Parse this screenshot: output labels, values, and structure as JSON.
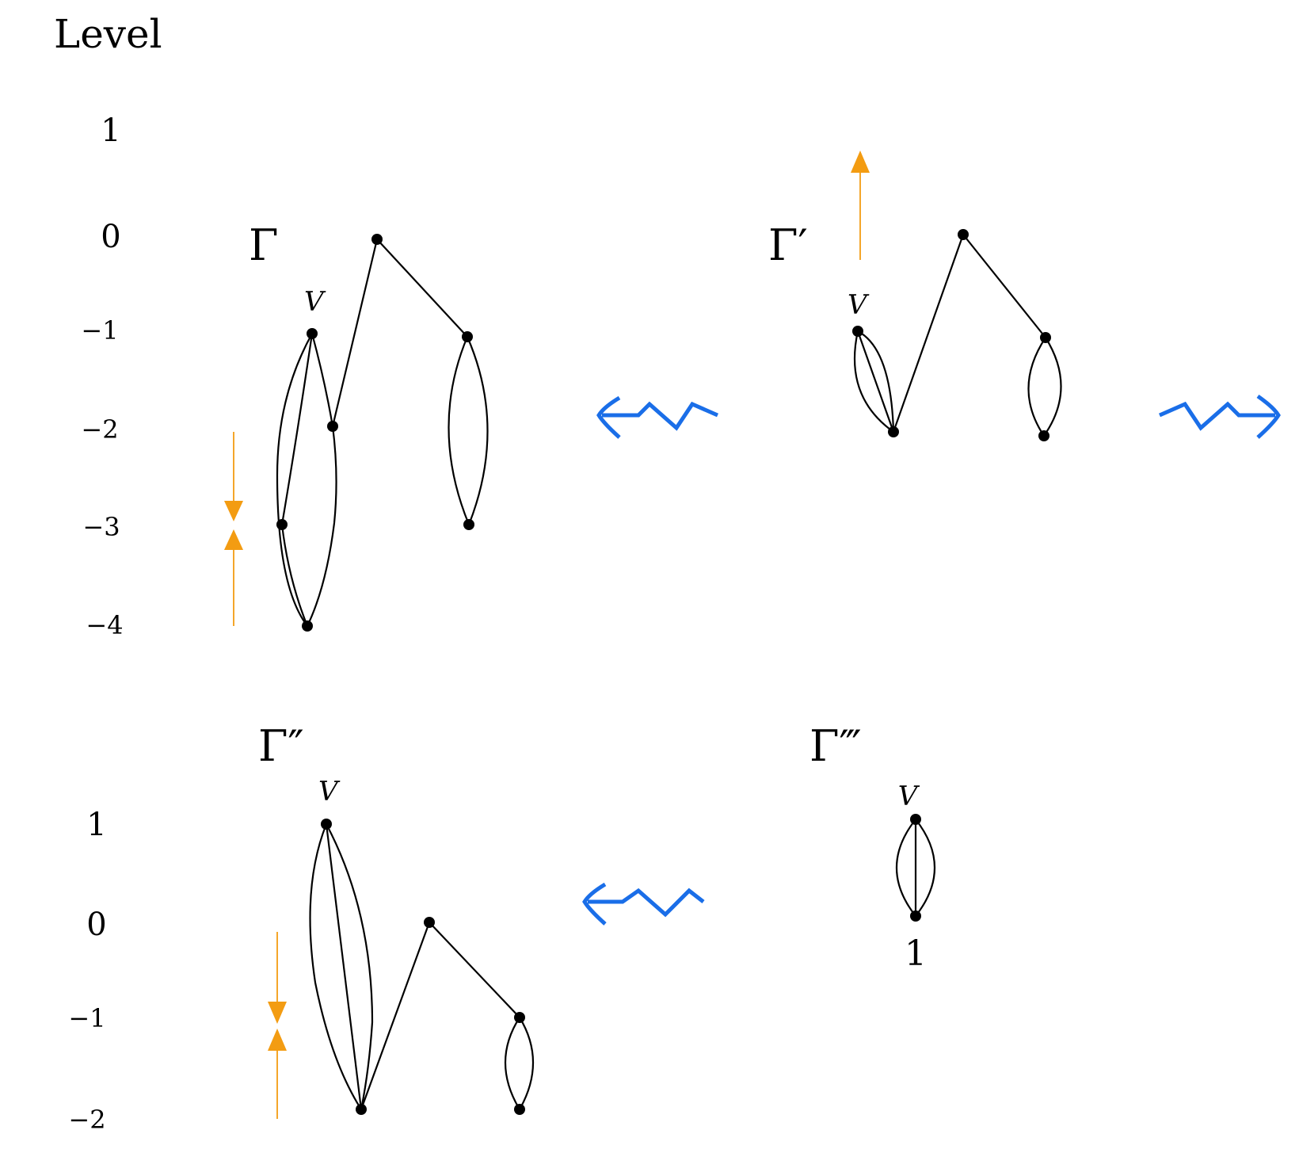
{
  "level_title": "Level",
  "levels_top": [
    "1",
    "0",
    "−1",
    "−2",
    "−3",
    "−4"
  ],
  "levels_bottom": [
    "1",
    "0",
    "−1",
    "−2"
  ],
  "graphs": {
    "gamma": {
      "label": "Γ",
      "vertex": "V"
    },
    "gamma_prime": {
      "label": "Γ′",
      "vertex": "V"
    },
    "gamma_double_prime": {
      "label": "Γ″",
      "vertex": "V"
    },
    "gamma_triple_prime": {
      "label": "Γ‴",
      "vertex": "V",
      "level": "1"
    }
  },
  "colors": {
    "orange_arrow": "#f39c12",
    "blue_arrow": "#1a6ee8",
    "ink": "#000000"
  }
}
